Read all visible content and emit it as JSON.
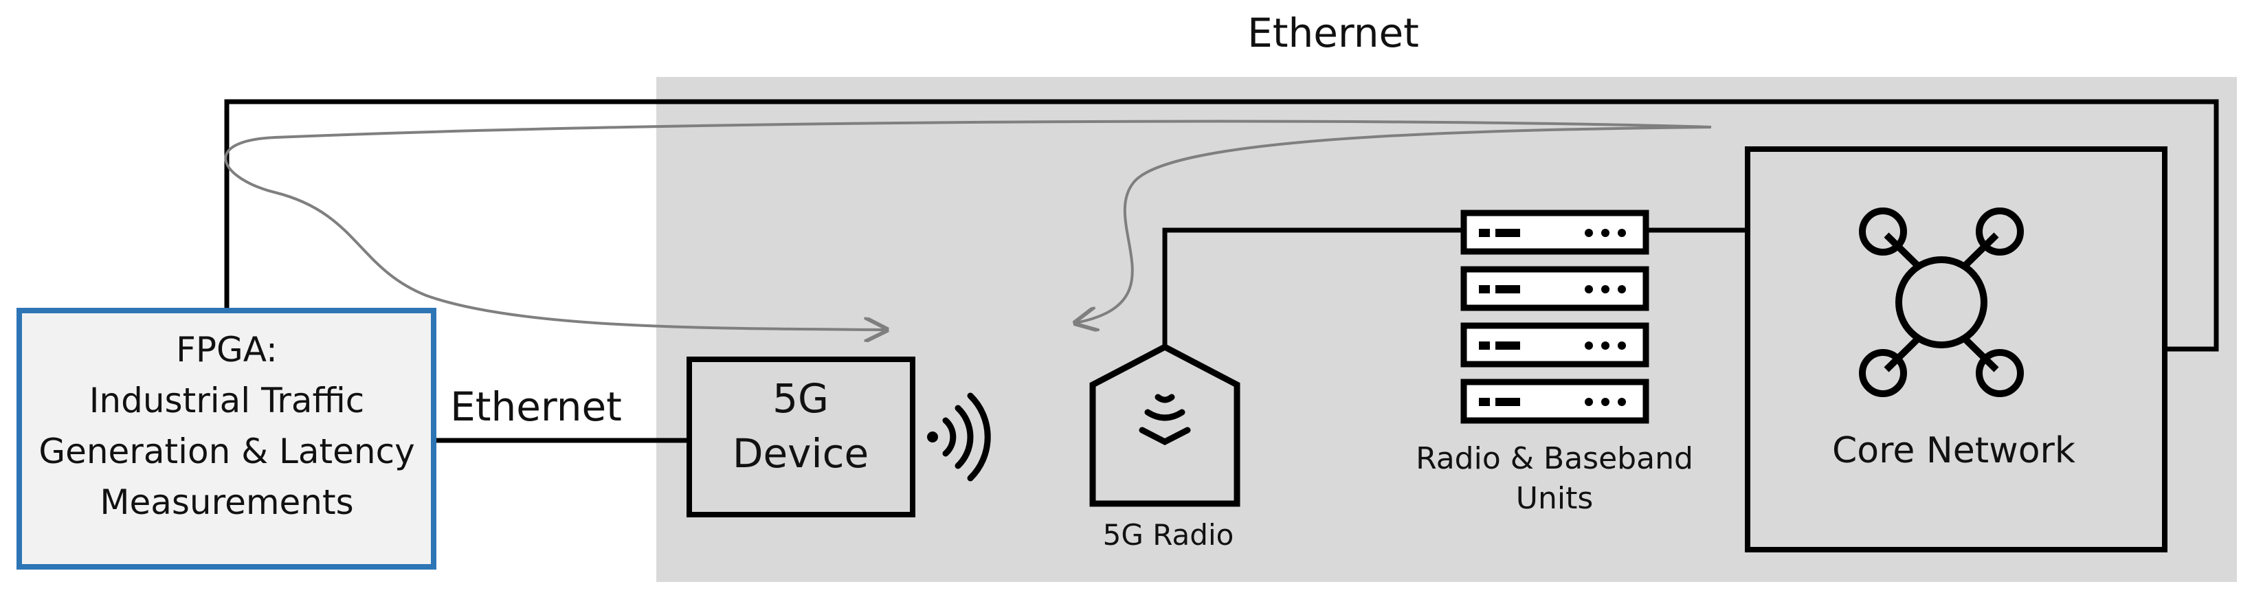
{
  "labels": {
    "top_ethernet": "Ethernet",
    "mid_ethernet": "Ethernet",
    "fpga_line1": "FPGA:",
    "fpga_line2": "Industrial Traffic",
    "fpga_line3": "Generation & Latency",
    "fpga_line4": "Measurements",
    "device_line1": "5G",
    "device_line2": "Device",
    "radio": "5G Radio",
    "rbu_line1": "Radio & Baseband",
    "rbu_line2": "Units",
    "core": "Core Network"
  },
  "icons": [
    "wifi-signal-icon",
    "antenna-signal-icon",
    "server-rack-icon",
    "network-hub-icon"
  ],
  "colors": {
    "zone_fill": "#d9d9d9",
    "fpga_border": "#2e75b6",
    "fpga_fill": "#f2f2f2",
    "link": "#000000",
    "flow_arrow": "#7f7f7f"
  }
}
